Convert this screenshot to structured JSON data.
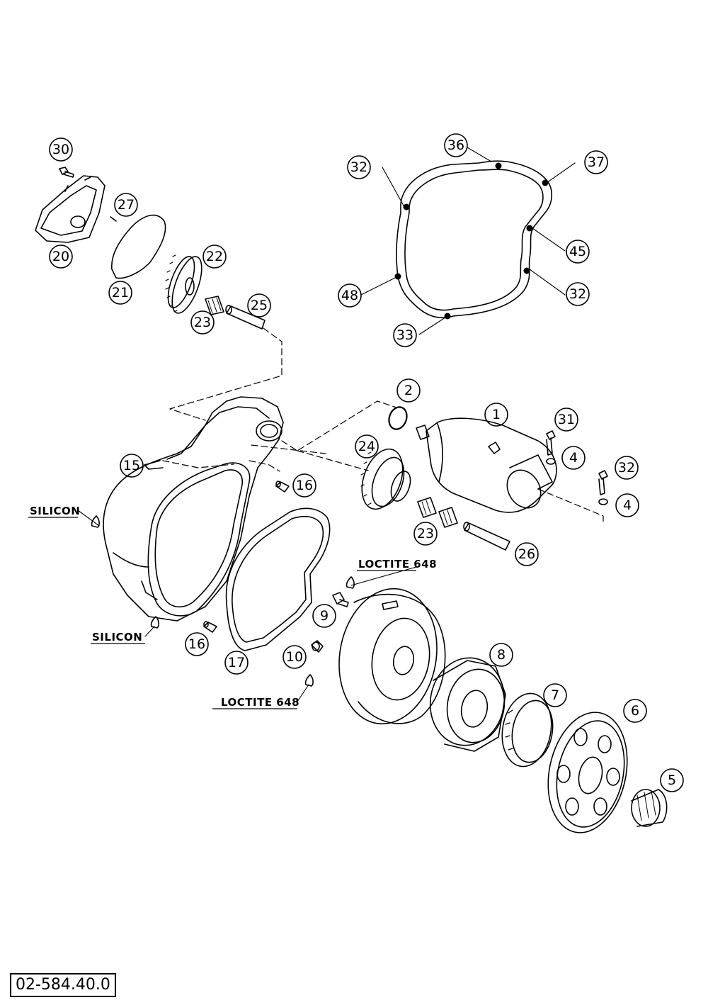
{
  "drawing": {
    "number": "02-584.40.0"
  },
  "callouts": [
    "30",
    "27",
    "20",
    "21",
    "22",
    "23",
    "25",
    "36",
    "37",
    "32",
    "45",
    "48",
    "32",
    "33",
    "2",
    "1",
    "31",
    "4",
    "32",
    "4",
    "24",
    "23",
    "26",
    "15",
    "16",
    "16",
    "17",
    "9",
    "10",
    "8",
    "7",
    "6",
    "5"
  ],
  "notes": [
    "SILICON",
    "SILICON",
    "LOCTITE 648",
    "LOCTITE 648"
  ]
}
